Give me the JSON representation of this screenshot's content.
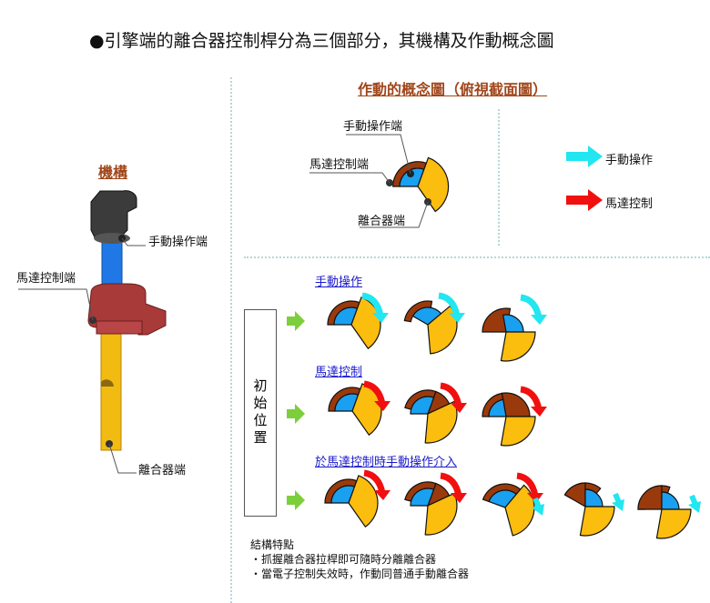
{
  "title": "●引擎端的離合器控制桿分為三個部分，其機構及作動概念圖",
  "mechanism": {
    "heading": "機構",
    "labels": {
      "manual_end": "手動操作端",
      "motor_end": "馬達控制端",
      "clutch_end": "離合器端"
    }
  },
  "concept": {
    "heading": "作動的概念圖（俯視截面圖）",
    "labels": {
      "manual_end": "手動操作端",
      "motor_end": "馬達控制端",
      "clutch_end": "離合器端"
    }
  },
  "legend": [
    {
      "label": "手動操作",
      "color": "#22e6f0"
    },
    {
      "label": "馬達控制",
      "color": "#f01010"
    }
  ],
  "initial_position": "初始位置",
  "rows": [
    {
      "label": "手動操作"
    },
    {
      "label": "馬達控制"
    },
    {
      "label": "於馬達控制時手動操作介入"
    }
  ],
  "notes": {
    "heading": "結構特點",
    "items": [
      "・抓握離合器拉桿即可隨時分離離合器",
      "・當電子控制失效時，作動同普通手動離合器"
    ]
  },
  "colors": {
    "brown": "#9a3a0c",
    "blue": "#1aa0f0",
    "yellow": "#fbbd0e",
    "green": "#7ccf3a",
    "heading": "#a0461a"
  }
}
